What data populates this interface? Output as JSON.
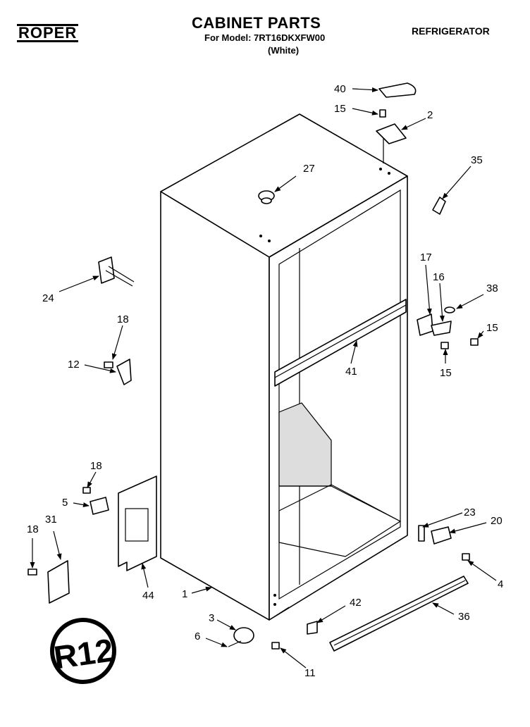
{
  "header": {
    "brand": "ROPER",
    "title": "CABINET PARTS",
    "model_line": "For Model: 7RT16DKXFW00",
    "color": "(White)",
    "category": "REFRIGERATOR"
  },
  "badge": {
    "text": "R12"
  },
  "callouts": [
    "40",
    "15",
    "2",
    "27",
    "35",
    "24",
    "17",
    "16",
    "38",
    "15",
    "18",
    "12",
    "41",
    "15",
    "18",
    "5",
    "23",
    "20",
    "31",
    "18",
    "44",
    "1",
    "4",
    "42",
    "36",
    "3",
    "6",
    "11"
  ]
}
